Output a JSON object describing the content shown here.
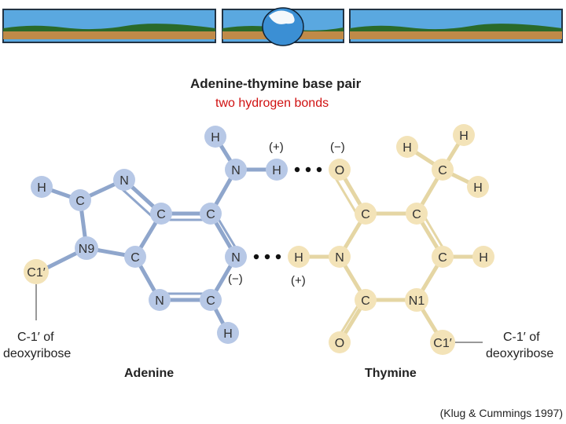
{
  "title": "Adenine-thymine base pair",
  "subtitle": "two hydrogen bonds",
  "colors": {
    "subtitle": "#d01010",
    "adenine_atom": "#b7c8e6",
    "thymine_atom": "#f3e3b8",
    "bond": "#8fa6cc",
    "thymine_bond": "#e5d6a4",
    "sky": "#4a9fdc",
    "ground": "#b98a4a",
    "trees": "#1f5a20"
  },
  "adenine": {
    "name": "Adenine",
    "atoms": {
      "h_top": "H",
      "n_amine": "N",
      "h_amine": "H",
      "h_left": "H",
      "c8": "C",
      "n7": "N",
      "c5": "C",
      "c6": "C",
      "n9": "N9",
      "c4": "C",
      "n1": "N",
      "n3": "N",
      "c2": "C",
      "h_bottom": "H",
      "c1": "C1′"
    },
    "sugar_label_line1": "C-1′ of",
    "sugar_label_line2": "deoxyribose",
    "charge_h": "(+)",
    "charge_n": "(−)"
  },
  "thymine": {
    "name": "Thymine",
    "atoms": {
      "o_top": "O",
      "h_ring": "H",
      "c_methyl": "C",
      "h_methyl1": "H",
      "h_methyl2": "H",
      "c4": "C",
      "c5": "C",
      "n3": "N",
      "h_n3": "H",
      "c6": "C",
      "h_c6": "H",
      "c2": "C",
      "n1": "N1",
      "o_bottom": "O",
      "c1": "C1′"
    },
    "sugar_label_line1": "C-1′ of",
    "sugar_label_line2": "deoxyribose",
    "charge_o": "(−)",
    "charge_h": "(+)"
  },
  "citation": "(Klug & Cummings 1997)"
}
